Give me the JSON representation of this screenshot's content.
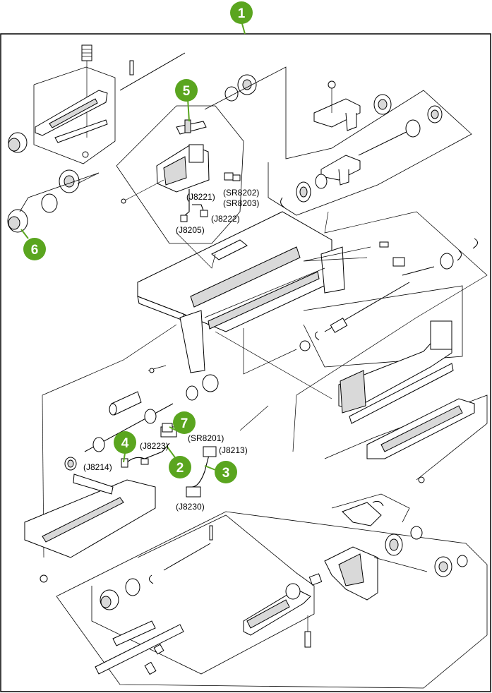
{
  "accent_color": "#5aa51f",
  "callouts": [
    {
      "id": "1",
      "label": "1"
    },
    {
      "id": "2",
      "label": "2"
    },
    {
      "id": "3",
      "label": "3"
    },
    {
      "id": "4",
      "label": "4"
    },
    {
      "id": "5",
      "label": "5"
    },
    {
      "id": "6",
      "label": "6"
    },
    {
      "id": "7",
      "label": "7"
    }
  ],
  "connector_labels": {
    "j8221": "(J8221)",
    "sr8202": "(SR8202)",
    "sr8203": "(SR8203)",
    "j8222": "(J8222)",
    "j8205": "(J8205)",
    "sr8201": "(SR8201)",
    "j8223": "(J8223)",
    "j8213": "(J8213)",
    "j8214": "(J8214)",
    "j8230": "(J8230)"
  }
}
